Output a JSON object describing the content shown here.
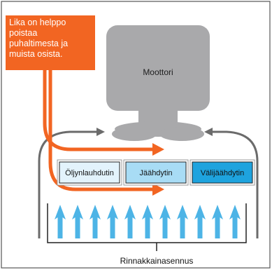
{
  "callout": {
    "lines": [
      "Lika on helppo",
      "poistaa",
      "puhaltimesta ja",
      "muista osista."
    ]
  },
  "engine": {
    "label": "Moottori"
  },
  "coolers": [
    {
      "label": "Öljynlauhdutin",
      "color": "#e3f3fc"
    },
    {
      "label": "Jäähdytin",
      "color": "#a8dcf5"
    },
    {
      "label": "Välijäähdytin",
      "color": "#1ea3de"
    }
  ],
  "caption": "Rinnakkainasennus",
  "icons": {
    "airflow": "airflow-arrow-icon",
    "dirt_flow": "dirt-flow-arrow-icon",
    "air_return": "air-return-arrow-icon"
  },
  "colors": {
    "accent": "#f26522",
    "engine": "#a9a9ab",
    "airflow": "#4db4e6",
    "return_flow": "#6b6b6b",
    "frame": "#555555",
    "line": "#222222"
  }
}
